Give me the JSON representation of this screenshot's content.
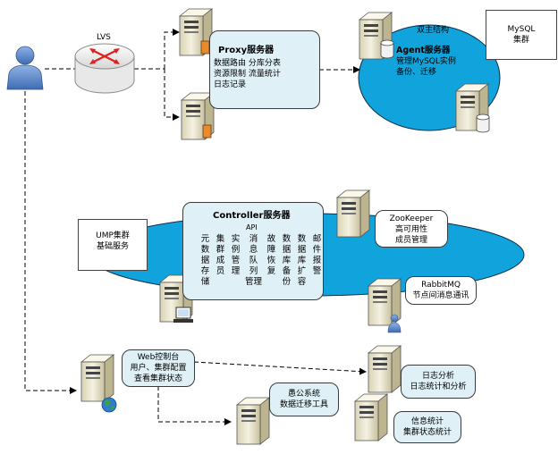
{
  "lvs": {
    "label": "LVS"
  },
  "proxy": {
    "title": "Proxy服务器",
    "features": [
      "数据路由 分库分表",
      "资源限制 流量统计",
      "日志记录"
    ]
  },
  "mysql_cluster": {
    "ring_label": "双主结构",
    "agent_title": "Agent服务器",
    "agent_features": [
      "管理MySQL实例",
      "备份、迁移"
    ],
    "title_lines": [
      "MySQL",
      "集群"
    ]
  },
  "ump_cluster": {
    "title_lines": [
      "UMP集群",
      "基础服务"
    ]
  },
  "controller": {
    "title": "Controller服务器",
    "api_label": "API",
    "modules": [
      [
        "元",
        "数",
        "据",
        "存",
        "储"
      ],
      [
        "集",
        "群",
        "成",
        "员",
        ""
      ],
      [
        "实",
        "例",
        "管",
        "理",
        ""
      ],
      [
        "消",
        "息",
        "队",
        "列",
        "管理"
      ],
      [
        "故",
        "障",
        "恢",
        "复",
        ""
      ],
      [
        "数",
        "据",
        "库",
        "备",
        "份"
      ],
      [
        "数",
        "据",
        "库",
        "扩",
        "容"
      ],
      [
        "邮",
        "件",
        "报",
        "警",
        ""
      ]
    ]
  },
  "zookeeper": {
    "title": "ZooKeeper",
    "lines": [
      "高可用性",
      "成员管理"
    ]
  },
  "rabbitmq": {
    "title": "RabbitMQ",
    "lines": [
      "节点间消息通讯"
    ]
  },
  "web_console": {
    "title": "Web控制台",
    "lines": [
      "用户、集群配置",
      "查看集群状态"
    ]
  },
  "yugong": {
    "title": "愚公系统",
    "lines": [
      "数据迁移工具"
    ]
  },
  "log_analysis": {
    "title": "日志分析",
    "lines": [
      "日志统计和分析"
    ]
  },
  "info_stats": {
    "title": "信息统计",
    "lines": [
      "集群状态统计"
    ]
  },
  "colors": {
    "ellipse": "#11a4dc",
    "box": "#dff0f7",
    "server": "#f1edd8",
    "user": "#5a86c6"
  }
}
